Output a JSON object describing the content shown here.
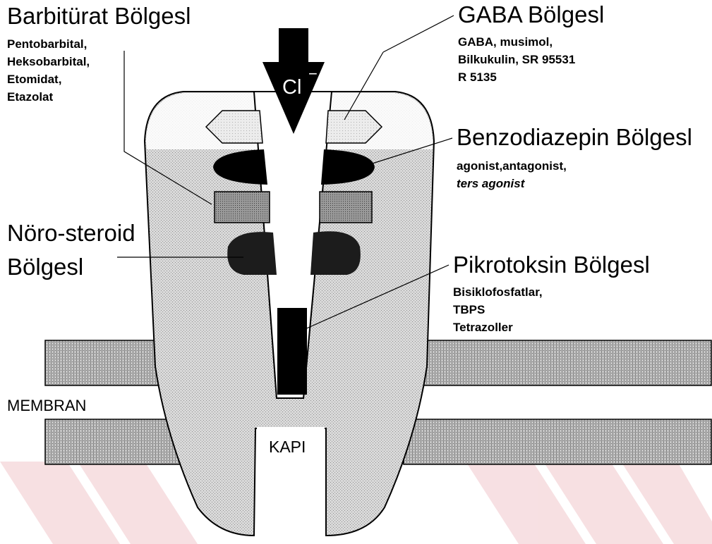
{
  "labels": {
    "barbiturate": {
      "title": "Barbitürat Bölgesl",
      "items": [
        "Pentobarbital,",
        "Heksobarbital,",
        "Etomidat,",
        "Etazolat"
      ]
    },
    "gaba": {
      "title": "GABA Bölgesl",
      "items": [
        "GABA, musimol,",
        "Bilkukulin, SR 95531",
        "R 5135"
      ]
    },
    "benzodiazepine": {
      "title": "Benzodiazepin Bölgesl",
      "items": [
        "agonist,antagonist,",
        "ters agonist"
      ]
    },
    "neurosteroid": {
      "title_line1": "Nöro-steroid",
      "title_line2": "Bölgesl"
    },
    "picrotoxin": {
      "title": "Pikrotoksin Bölgesl",
      "items": [
        "Bisiklofosfatlar,",
        "TBPS",
        "Tetrazoller"
      ]
    },
    "ion": "Cl",
    "ion_superscript": "−",
    "membrane": "MEMBRAN",
    "gate": "KAPI"
  },
  "colors": {
    "outline": "#000000",
    "receptor_fill": "#d4d4d4",
    "membrane_fill": "#bdbdbd",
    "barbiturate_site": "#8a8a8a",
    "gaba_site": "#b5b5b5",
    "dark_site": "#000000",
    "neurosteroid_site": "#1c1c1c",
    "watermark": "#f3d9dc"
  }
}
